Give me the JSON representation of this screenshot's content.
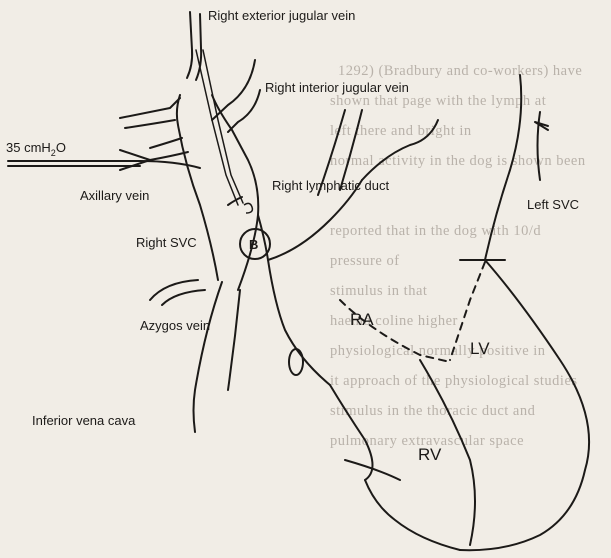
{
  "labels": {
    "right_exterior_jugular": "Right exterior jugular vein",
    "right_interior_jugular": "Right interior jugular vein",
    "pressure": "35 cmH",
    "pressure_sub": "2",
    "pressure_tail": "O",
    "right_lymphatic_duct": "Right lymphatic duct",
    "axillary_vein": "Axillary vein",
    "b_marker": "B",
    "left_svc": "Left SVC",
    "right_svc": "Right SVC",
    "ra": "RA",
    "azygos_vein": "Azygos vein",
    "lv": "LV",
    "inferior_vena_cava": "Inferior vena cava",
    "rv": "RV"
  },
  "background_text": [
    "1292) (Bradbury and co-workers) have",
    "shown that page with the lymph at",
    "left  there      and  bright in",
    "normal activity in the dog is shown been",
    "reported that in the dog with 10/d",
    "pressure  of  ",
    "stimulus      in that  ",
    "haemo         coline  higher",
    "physiological normally positive  in",
    "it approach  of the  physiological  studies",
    "stimulus in the thoracic duct  and",
    "pulmonary extravascular space"
  ],
  "colors": {
    "background": "#f1ede6",
    "ink": "#1c1a18",
    "faded_text": "#b9b2aa"
  }
}
